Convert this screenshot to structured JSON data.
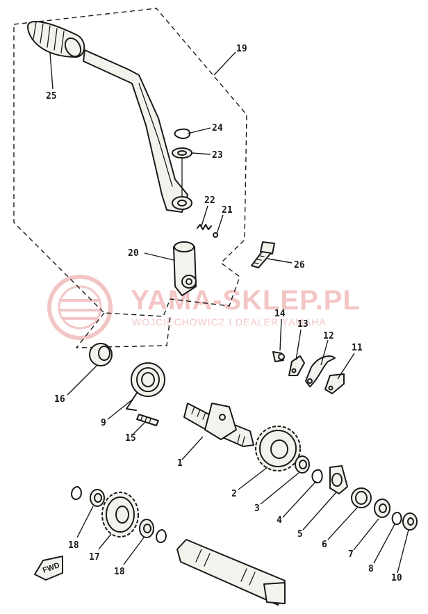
{
  "watermark": {
    "title": "YAMA-SKLEP.PL",
    "subtitle": "WOJCIECHOWICZ I DEALER YAMAHA",
    "color": "#f3c6c6"
  },
  "forward_mark": "FWD",
  "callouts": [
    "19",
    "25",
    "24",
    "23",
    "22",
    "21",
    "20",
    "26",
    "14",
    "13",
    "12",
    "11",
    "16",
    "9",
    "15",
    "1",
    "2",
    "3",
    "4",
    "5",
    "6",
    "7",
    "8",
    "10",
    "18",
    "17",
    "18"
  ]
}
